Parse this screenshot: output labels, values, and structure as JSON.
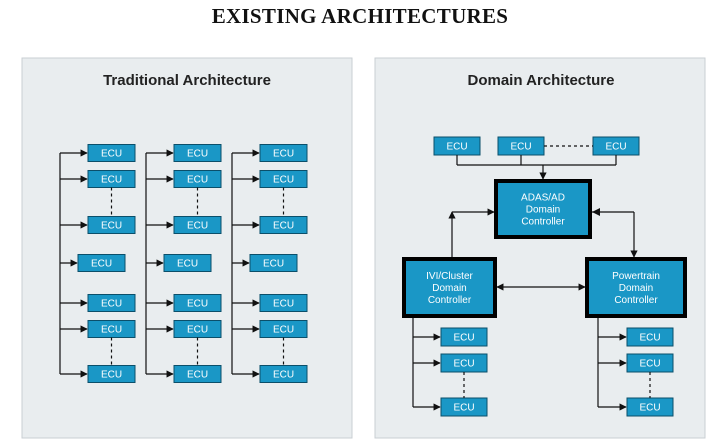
{
  "title": "EXISTING ARCHITECTURES",
  "traditional": {
    "title": "Traditional Architecture",
    "ecu_label": "ECU"
  },
  "domain": {
    "title": "Domain Architecture",
    "ecu_label": "ECU",
    "adas_controller": [
      "ADAS/AD",
      "Domain",
      "Controller"
    ],
    "ivi_controller": [
      "IVI/Cluster",
      "Domain",
      "Controller"
    ],
    "powertrain_controller": [
      "Powertrain",
      "Domain",
      "Controller"
    ]
  },
  "colors": {
    "ecu_fill": "#1a97c6",
    "panel_bg": "#e9edef",
    "controller_border": "#000000"
  }
}
